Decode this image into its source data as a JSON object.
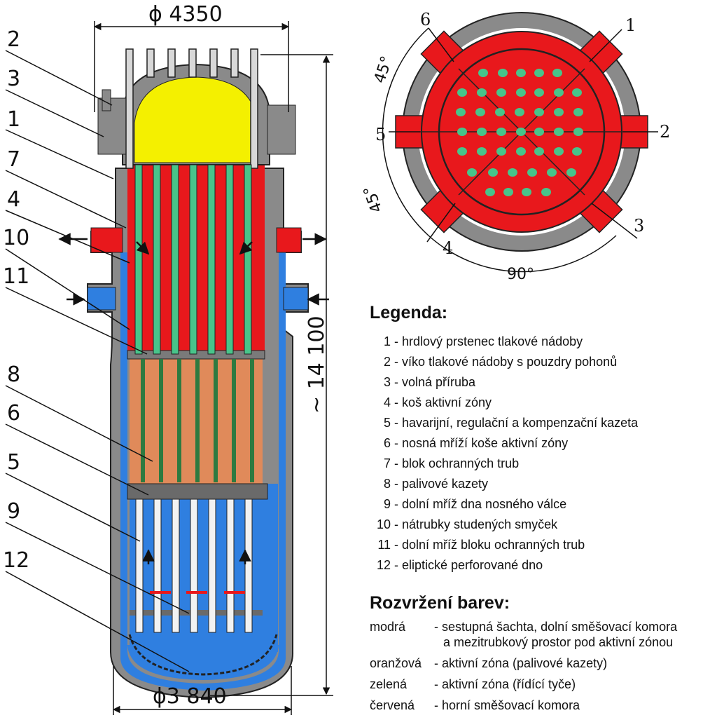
{
  "dimensions": {
    "top_width": "ϕ 4350",
    "bottom_width": "ϕ3 840",
    "height": "~ 14 100"
  },
  "side_labels": [
    "2",
    "3",
    "1",
    "7",
    "4",
    "10",
    "11",
    "8",
    "6",
    "5",
    "9",
    "12"
  ],
  "cross_section": {
    "labels": [
      "6",
      "1",
      "5",
      "2",
      "4",
      "3"
    ],
    "angle_top": "45°",
    "angle_left": "45°",
    "angle_bottom": "90°"
  },
  "legend": {
    "title": "Legenda:",
    "items": [
      {
        "num": "1",
        "text": " - hrdlový prstenec tlakové nádoby"
      },
      {
        "num": "2",
        "text": " - víko tlakové nádoby s pouzdry pohonů"
      },
      {
        "num": "3",
        "text": " - volná příruba"
      },
      {
        "num": "4",
        "text": " - koš aktivní zóny"
      },
      {
        "num": "5",
        "text": " - havarijní, regulační a kompenzační kazeta"
      },
      {
        "num": "6",
        "text": " - nosná mříží koše aktivní zóny"
      },
      {
        "num": "7",
        "text": " - blok ochranných trub"
      },
      {
        "num": "8",
        "text": " - palivové kazety"
      },
      {
        "num": "9",
        "text": " - dolní mříž dna nosného válce"
      },
      {
        "num": "10",
        "text": " - nátrubky studených smyček"
      },
      {
        "num": "11",
        "text": " - dolní mříž bloku ochranných trub"
      },
      {
        "num": "12",
        "text": " - eliptické perforované dno"
      }
    ]
  },
  "color_legend": {
    "title": "Rozvržení barev:",
    "rows": [
      {
        "name": "modrá",
        "lines": [
          "- sestupná šachta, dolní směšovací komora",
          "a mezitrubkový prostor pod aktivní zónou"
        ]
      },
      {
        "name": "oranžová",
        "lines": [
          "- aktivní zóna (palivové kazety)"
        ]
      },
      {
        "name": "zelená",
        "lines": [
          "- aktivní zóna (řídící tyče)"
        ]
      },
      {
        "name": "červená",
        "lines": [
          "- horní směšovací komora"
        ]
      }
    ]
  },
  "colors": {
    "blue": "#2f7fe0",
    "orange": "#e08a5a",
    "green": "#48c48a",
    "red": "#e8181c",
    "yellow": "#f4f000",
    "grey": "#8a8a8a",
    "steel_dark": "#555555"
  }
}
